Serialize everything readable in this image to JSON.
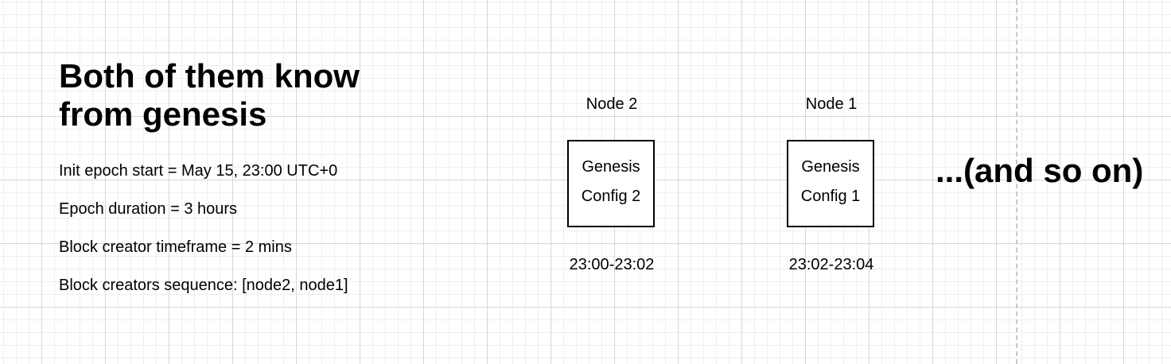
{
  "heading": "Both of them know from genesis",
  "params": [
    "Init epoch start = May 15, 23:00 UTC+0",
    "Epoch duration = 3 hours",
    "Block creator timeframe = 2 mins",
    "Block creators sequence: [node2, node1]"
  ],
  "nodes": [
    {
      "label": "Node 2",
      "block_line1": "Genesis",
      "block_line2": "Config 2",
      "time": "23:00-23:02"
    },
    {
      "label": "Node 1",
      "block_line1": "Genesis",
      "block_line2": "Config 1",
      "time": "23:02-23:04"
    }
  ],
  "continuation": "...(and so on)",
  "colors": {
    "grid_major": "#d6d6d6",
    "grid_minor": "#efefef",
    "text": "#000000",
    "page_break": "#c8c8c8"
  }
}
